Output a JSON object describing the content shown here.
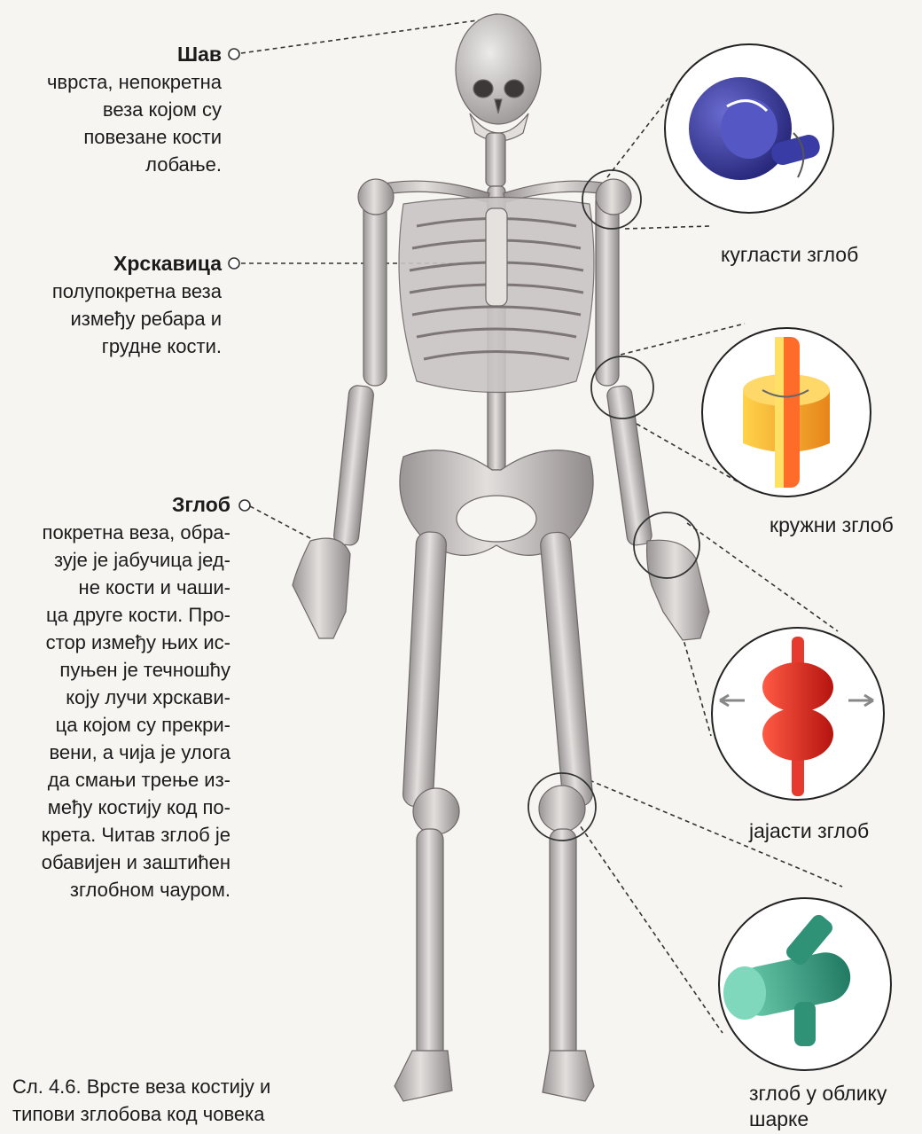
{
  "labels": {
    "suture": {
      "title": "Шав",
      "desc": "чврста, непокретна\nвеза којом су\nповезане кости\nлобање."
    },
    "cartilage": {
      "title": "Хрскавица",
      "desc": "полупокретна веза\nизмеђу ребара и\nгрудне кости."
    },
    "joint": {
      "title": "Зглоб",
      "desc": "покретна веза, обра-\nзује је јабучица јед-\nне кости и чаши-\nца друге кости. Про-\nстор између њих ис-\nпуњен је течношћу\nкоју лучи хрскави-\nца којом су прекри-\nвени, а чија је улога\nда смањи трење из-\nмеђу костију код по-\nкрета. Читав зглоб је\nобавијен и заштићен\nзглобном чауром."
    }
  },
  "joint_types": {
    "ball": "кугласти зглоб",
    "pivot": "кружни зглоб",
    "ellipsoid": "јајасти зглоб",
    "hinge_line1": "зглоб у облику",
    "hinge_line2": "шарке"
  },
  "caption": "Сл. 4.6. Врсте веза костију и\nтипови зглобова код човека",
  "colors": {
    "bone": "#d6d2d0",
    "bone_shadow": "#8e8888",
    "ball_joint": "#3b3c9a",
    "pivot_joint": "#f2a51c",
    "ellipsoid_joint": "#e4231f",
    "hinge_joint": "#3aa58a"
  }
}
